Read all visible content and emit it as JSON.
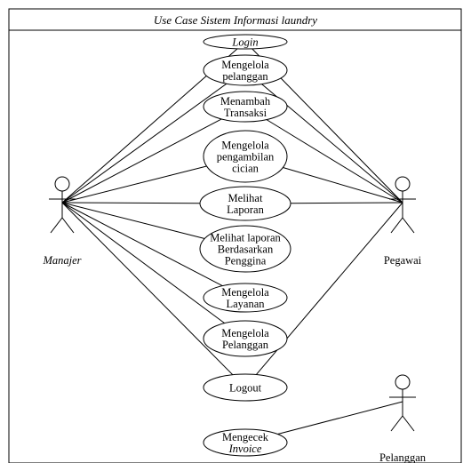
{
  "title": "Use Case Sistem Informasi laundry",
  "actors": [
    {
      "id": "manajer",
      "name": "Manajer",
      "italic": true
    },
    {
      "id": "pegawai",
      "name": "Pegawai",
      "italic": false
    },
    {
      "id": "pelanggan",
      "name": "Pelanggan",
      "italic": false
    }
  ],
  "use_cases": [
    {
      "id": "login",
      "lines": [
        "Login"
      ],
      "italic": true
    },
    {
      "id": "mengelola-pelanggan-1",
      "lines": [
        "Mengelola",
        "pelanggan"
      ]
    },
    {
      "id": "menambah-transaksi",
      "lines": [
        "Menambah",
        "Transaksi"
      ]
    },
    {
      "id": "mengelola-pengambilan-cucian",
      "lines": [
        "Mengelola",
        "pengambilan",
        "cician"
      ]
    },
    {
      "id": "melihat-laporan",
      "lines": [
        "Melihat",
        "Laporan"
      ]
    },
    {
      "id": "melihat-laporan-berdasarkan-penggina",
      "lines": [
        "Melihat laporan",
        "Berdasarkan",
        "Penggina"
      ]
    },
    {
      "id": "mengelola-layanan",
      "lines": [
        "Mengelola",
        "Layanan"
      ]
    },
    {
      "id": "mengelola-pelanggan-2",
      "lines": [
        "Mengelola",
        "Pelanggan"
      ]
    },
    {
      "id": "logout",
      "lines": [
        "Logout"
      ]
    },
    {
      "id": "mengecek-invoice",
      "lines": [
        "Mengecek",
        "Invoice"
      ],
      "italic_lines": [
        1
      ]
    }
  ],
  "associations": [
    [
      "manajer",
      "login"
    ],
    [
      "manajer",
      "mengelola-pelanggan-1"
    ],
    [
      "manajer",
      "menambah-transaksi"
    ],
    [
      "manajer",
      "mengelola-pengambilan-cucian"
    ],
    [
      "manajer",
      "melihat-laporan"
    ],
    [
      "manajer",
      "melihat-laporan-berdasarkan-penggina"
    ],
    [
      "manajer",
      "mengelola-layanan"
    ],
    [
      "manajer",
      "mengelola-pelanggan-2"
    ],
    [
      "manajer",
      "logout"
    ],
    [
      "pegawai",
      "login"
    ],
    [
      "pegawai",
      "mengelola-pelanggan-1"
    ],
    [
      "pegawai",
      "menambah-transaksi"
    ],
    [
      "pegawai",
      "mengelola-pengambilan-cucian"
    ],
    [
      "pegawai",
      "melihat-laporan"
    ],
    [
      "pegawai",
      "logout"
    ],
    [
      "pelanggan",
      "mengecek-invoice"
    ]
  ]
}
